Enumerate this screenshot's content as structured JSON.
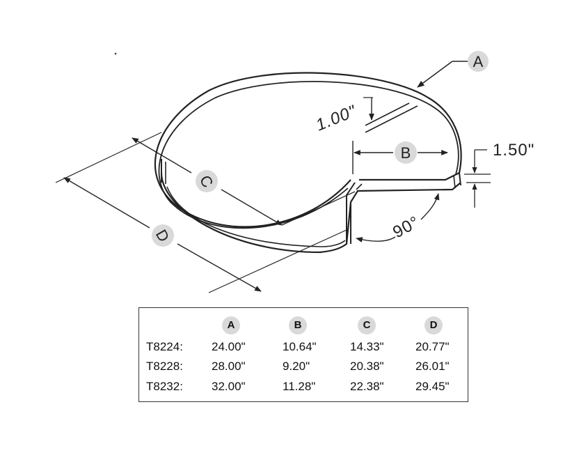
{
  "diagram": {
    "labels": {
      "a": "A",
      "b": "B",
      "c": "C",
      "d": "D",
      "lip_height": "1.00\"",
      "rim_height": "1.50\"",
      "angle": "90°"
    }
  },
  "table": {
    "headers": [
      "A",
      "B",
      "C",
      "D"
    ],
    "rows": [
      {
        "model": "T8224:",
        "values": [
          "24.00\"",
          "10.64\"",
          "14.33\"",
          "20.77\""
        ]
      },
      {
        "model": "T8228:",
        "values": [
          "28.00\"",
          "9.20\"",
          "20.38\"",
          "26.01\""
        ]
      },
      {
        "model": "T8232:",
        "values": [
          "32.00\"",
          "11.28\"",
          "22.38\"",
          "29.45\""
        ]
      }
    ]
  }
}
